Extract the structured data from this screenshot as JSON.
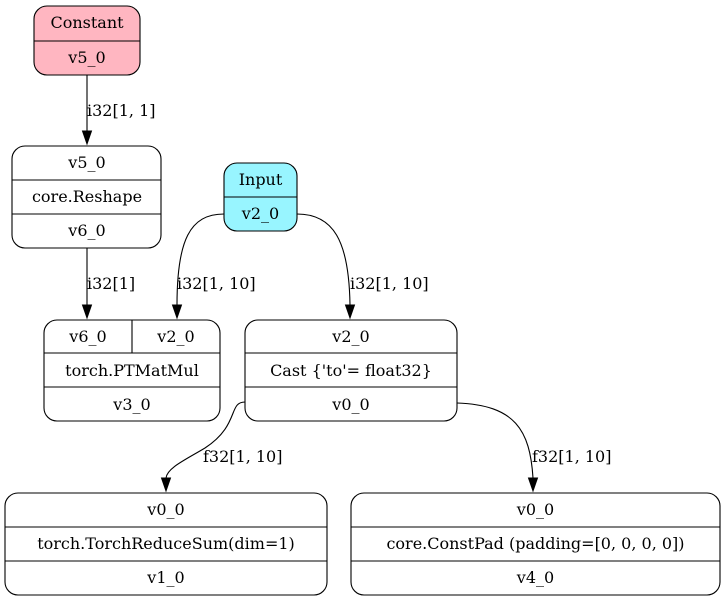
{
  "colors": {
    "constant_fill": "#ffb6c1",
    "input_fill": "#98f5ff",
    "default_fill": "#ffffff",
    "stroke": "#000000"
  },
  "nodes": {
    "constant": {
      "title": "Constant",
      "output": "v5_0"
    },
    "input": {
      "title": "Input",
      "output": "v2_0"
    },
    "reshape": {
      "input": "v5_0",
      "op": "core.Reshape",
      "output": "v6_0"
    },
    "matmul": {
      "input_a": "v6_0",
      "input_b": "v2_0",
      "op": "torch.PTMatMul",
      "output": "v3_0"
    },
    "cast": {
      "input": "v2_0",
      "op": "Cast {'to'= float32}",
      "output": "v0_0"
    },
    "reducesum": {
      "input": "v0_0",
      "op": "torch.TorchReduceSum(dim=1)",
      "output": "v1_0"
    },
    "constpad": {
      "input": "v0_0",
      "op": "core.ConstPad (padding=[0, 0, 0, 0])",
      "output": "v4_0"
    }
  },
  "edges": {
    "constant_to_reshape": "i32[1, 1]",
    "reshape_to_matmul": "i32[1]",
    "input_to_matmul": "i32[1, 10]",
    "input_to_cast": "i32[1, 10]",
    "cast_to_reducesum": "f32[1, 10]",
    "cast_to_constpad": "f32[1, 10]"
  }
}
